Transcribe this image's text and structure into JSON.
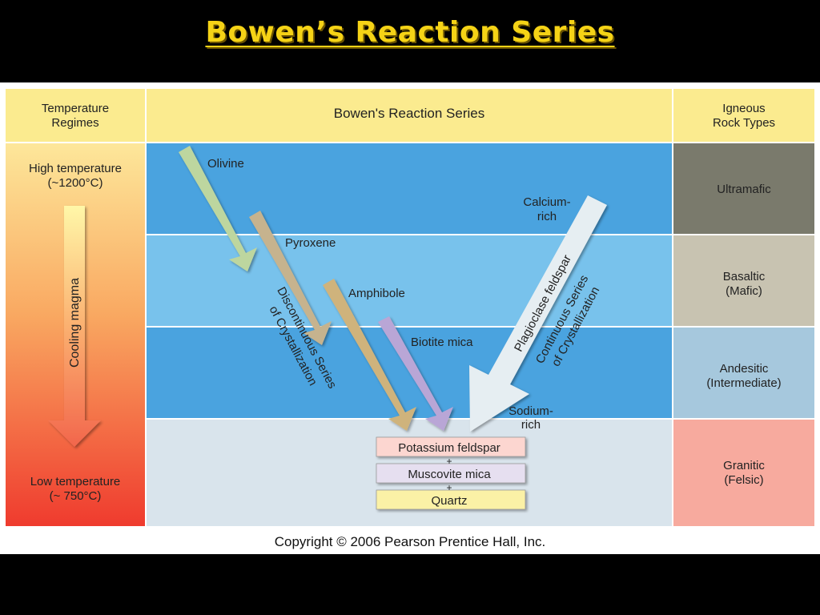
{
  "slide_title": "Bowen’s Reaction Series",
  "headers": {
    "left": [
      "Temperature",
      "Regimes"
    ],
    "middle": "Bowen's Reaction Series",
    "right": [
      "Igneous",
      "Rock Types"
    ]
  },
  "temperature": {
    "high": [
      "High temperature",
      "(~1200°C)"
    ],
    "low": [
      "Low temperature",
      "(~ 750°C)"
    ],
    "arrow_label": "Cooling magma"
  },
  "rock_types": [
    {
      "lines": [
        "Ultramafic"
      ],
      "color": "#7a7a6c"
    },
    {
      "lines": [
        "Basaltic",
        "(Mafic)"
      ],
      "color": "#c8c3b1"
    },
    {
      "lines": [
        "Andesitic",
        "(Intermediate)"
      ],
      "color": "#a6c8dd"
    },
    {
      "lines": [
        "Granitic",
        "(Felsic)"
      ],
      "color": "#f7aa9e"
    }
  ],
  "band_colors": [
    "#4aa3df",
    "#78c2ec",
    "#4aa3df",
    "#d9e4ec"
  ],
  "discontinuous": {
    "minerals": [
      {
        "name": "Olivine",
        "color": "#bdd69f"
      },
      {
        "name": "Pyroxene",
        "color": "#c6b38e"
      },
      {
        "name": "Amphibole",
        "color": "#cfb37c"
      },
      {
        "name": "Biotite mica",
        "color": "#b9a6d6"
      }
    ],
    "series_label": [
      "Discontinuous Series",
      "of Crystallization"
    ]
  },
  "continuous": {
    "top_label": [
      "Calcium-",
      "rich"
    ],
    "bottom_label": [
      "Sodium-",
      "rich"
    ],
    "mineral": "Plagioclase feldspar",
    "series_label": [
      "Continuous Series",
      "of Crystallization"
    ],
    "color": "#e6eef2"
  },
  "final_minerals": [
    {
      "name": "Potassium feldspar",
      "color": "#fcd6d0"
    },
    {
      "name": "Muscovite mica",
      "color": "#e6dff0"
    },
    {
      "name": "Quartz",
      "color": "#fbf1a6"
    }
  ],
  "plus_sign": "+",
  "copyright": "Copyright © 2006 Pearson Prentice Hall, Inc."
}
